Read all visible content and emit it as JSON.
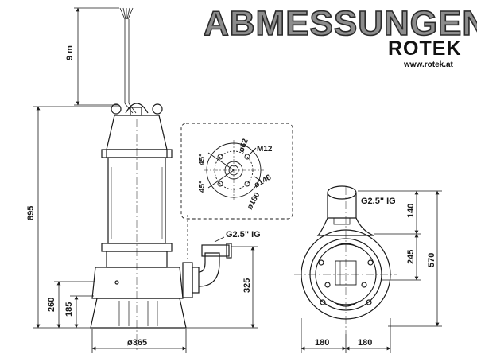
{
  "header": {
    "title": "ABMESSUNGEN",
    "brand": "ROTEK",
    "website": "www.rotek.at"
  },
  "dimensions": {
    "cable_length": "9 m",
    "total_height": "895",
    "height_260": "260",
    "height_185": "185",
    "base_diameter": "ø365",
    "outlet_height": "325",
    "outlet_thread_side": "G2.5\" IG",
    "outlet_thread_top": "G2.5\" IG",
    "height_140": "140",
    "height_245": "245",
    "height_570": "570",
    "width_left": "180",
    "width_right": "180"
  },
  "flange_detail": {
    "bolt": "M12",
    "d62": "ø62",
    "d146": "ø146",
    "d180": "ø180",
    "angle_a": "45°",
    "angle_b": "45°"
  },
  "colors": {
    "line": "#1a1a1a",
    "title_fill": "#8c8c8c"
  }
}
